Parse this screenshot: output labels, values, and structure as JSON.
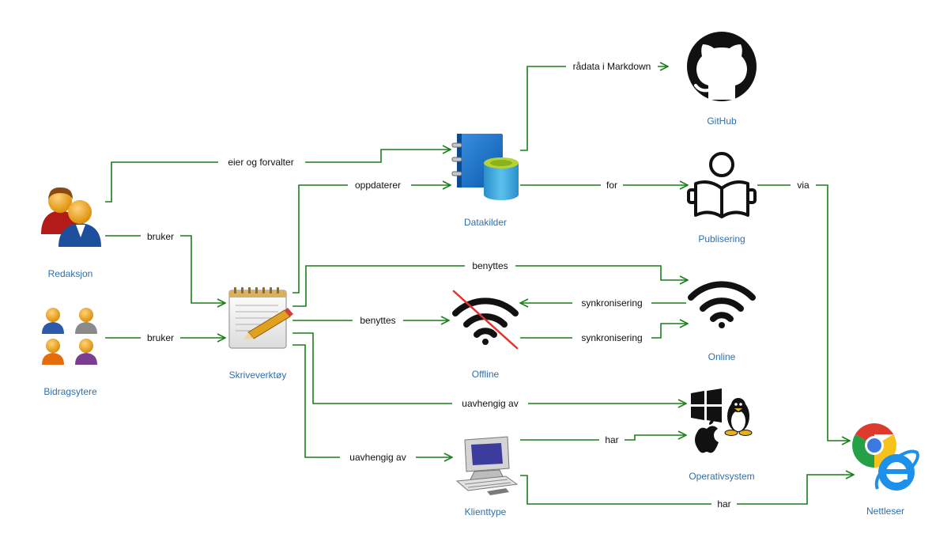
{
  "colors": {
    "edge": "#1a7f1a",
    "node_label": "#2f6fad",
    "edge_label": "#111111"
  },
  "nodes": {
    "redaksjon": {
      "label": "Redaksjon",
      "icon": "user-group-icon"
    },
    "bidragsytere": {
      "label": "Bidragsytere",
      "icon": "contributors-icon"
    },
    "skriveverktoy": {
      "label": "Skriveverktøy",
      "icon": "notepad-pencil-icon"
    },
    "datakilder": {
      "label": "Datakilder",
      "icon": "book-database-icon"
    },
    "github": {
      "label": "GitHub",
      "icon": "github-icon"
    },
    "publisering": {
      "label": "Publisering",
      "icon": "reader-icon"
    },
    "offline": {
      "label": "Offline",
      "icon": "wifi-off-icon"
    },
    "online": {
      "label": "Online",
      "icon": "wifi-icon"
    },
    "operativsystem": {
      "label": "Operativsystem",
      "icon": "os-logos-icon"
    },
    "klienttype": {
      "label": "Klienttype",
      "icon": "computer-icon"
    },
    "nettleser": {
      "label": "Nettleser",
      "icon": "browser-icon"
    }
  },
  "edges": {
    "eier_og_forvalter": "eier og forvalter",
    "bruker_redaksjon": "bruker",
    "bruker_bidragsytere": "bruker",
    "oppdaterer": "oppdaterer",
    "radata": "rådata i Markdown",
    "for": "for",
    "via": "via",
    "benyttes_online": "benyttes",
    "benyttes_offline": "benyttes",
    "synk_top": "synkronisering",
    "synk_bottom": "synkronisering",
    "uavhengig_os": "uavhengig av",
    "uavhengig_klient": "uavhengig av",
    "har_os": "har",
    "har_nettleser": "har"
  }
}
